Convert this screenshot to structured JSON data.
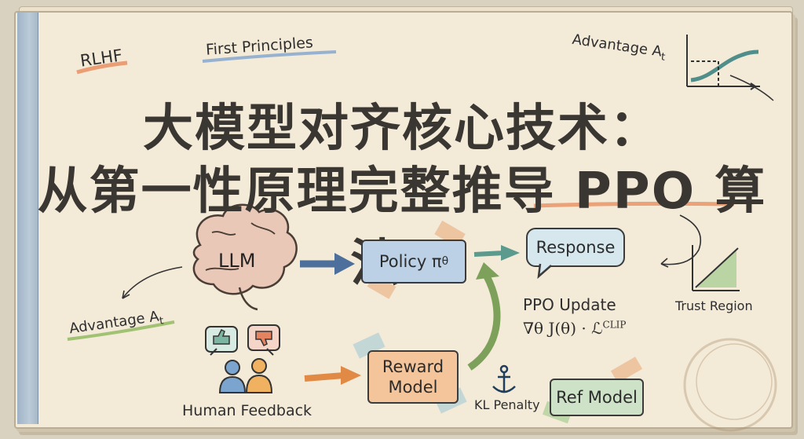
{
  "labels": {
    "rlhf": "RLHF",
    "first_principles": "First Principles",
    "advantage_top": "Advantage A",
    "advantage_top_sub": "t",
    "advantage_left": "Advantage A",
    "advantage_left_sub": "t"
  },
  "title": {
    "line1": "大模型对齐核心技术：",
    "line2": "从第一性原理完整推导 PPO 算法！"
  },
  "nodes": {
    "llm": "LLM",
    "policy": "Policy π",
    "policy_sub": "θ",
    "response": "Response",
    "reward_line1": "Reward",
    "reward_line2": "Model",
    "ref_model": "Ref Model",
    "human_feedback": "Human Feedback",
    "trust_region": "Trust Region",
    "kl_penalty": "KL Penalty",
    "ppo_update": "PPO Update",
    "ppo_formula": "∇θ J(θ) · ℒ",
    "ppo_formula_sup": "CLIP"
  },
  "colors": {
    "policy_fill": "#bcd0e6",
    "reward_fill": "#f4c49a",
    "ref_fill": "#cde2c6",
    "response_fill": "#d6e7ee",
    "arrow_blue": "#4d6f9c",
    "arrow_teal": "#5c9a8e",
    "arrow_orange": "#e08a45",
    "arrow_green": "#7da15a",
    "underline_orange": "#e88a5a",
    "underline_blue": "#7fa4cf"
  }
}
